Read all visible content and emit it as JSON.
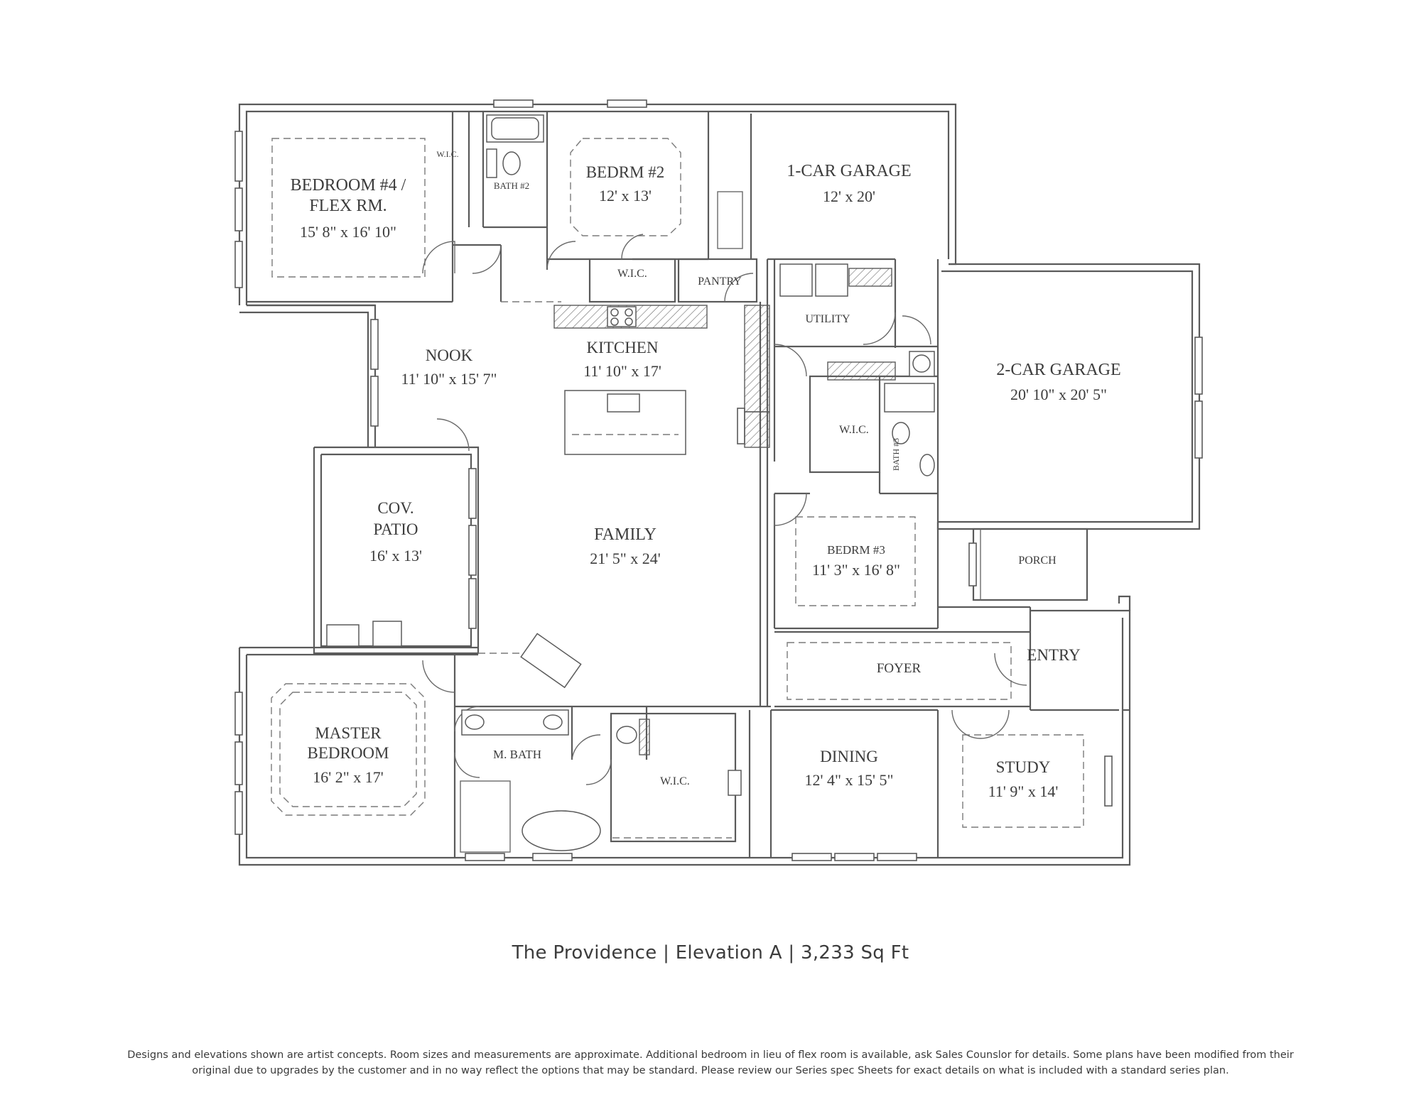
{
  "plan": {
    "rooms": {
      "bedroom4": {
        "name_line1": "BEDROOM #4 /",
        "name_line2": "FLEX RM.",
        "dims": "15' 8\" x 16' 10\""
      },
      "wic_small": {
        "name": "W.I.C."
      },
      "bath2": {
        "name": "BATH #2"
      },
      "bedrm2": {
        "name": "BEDRM #2",
        "dims": "12' x 13'"
      },
      "garage1": {
        "name": "1-CAR GARAGE",
        "dims": "12' x 20'"
      },
      "wic_bed2": {
        "name": "W.I.C."
      },
      "pantry": {
        "name": "PANTRY"
      },
      "utility": {
        "name": "UTILITY"
      },
      "garage2": {
        "name": "2-CAR GARAGE",
        "dims": "20' 10\" x 20' 5\""
      },
      "nook": {
        "name": "NOOK",
        "dims": "11' 10\" x 15' 7\""
      },
      "kitchen": {
        "name": "KITCHEN",
        "dims": "11' 10\" x 17'"
      },
      "wic_bed3": {
        "name": "W.I.C."
      },
      "bath3": {
        "name": "BATH #3"
      },
      "cov_patio": {
        "name_line1": "COV.",
        "name_line2": "PATIO",
        "dims": "16' x 13'"
      },
      "family": {
        "name": "FAMILY",
        "dims": "21' 5\" x 24'"
      },
      "bedrm3": {
        "name": "BEDRM #3",
        "dims": "11' 3\" x 16' 8\""
      },
      "porch": {
        "name": "PORCH"
      },
      "foyer": {
        "name": "FOYER"
      },
      "entry": {
        "name": "ENTRY"
      },
      "master": {
        "name_line1": "MASTER",
        "name_line2": "BEDROOM",
        "dims": "16' 2\" x 17'"
      },
      "mbath": {
        "name": "M. BATH"
      },
      "wic_master": {
        "name": "W.I.C."
      },
      "dining": {
        "name": "DINING",
        "dims": "12' 4\" x 15' 5\""
      },
      "study": {
        "name": "STUDY",
        "dims": "11' 9\" x 14'"
      }
    }
  },
  "caption": "The Providence | Elevation A | 3,233 Sq Ft",
  "disclaimer": {
    "line1": "Designs and elevations shown are artist concepts. Room sizes and measurements are approximate. Additional bedroom in lieu of flex room is available, ask Sales Counslor for details. Some plans have been modified from their",
    "line2": "original due to upgrades by the customer and in no way reflect the options that may be standard. Please review our Series spec Sheets for exact details on what is included with a standard series plan."
  },
  "colors": {
    "line": "#5a5a5a",
    "text": "#3c3c3c",
    "background": "#ffffff"
  }
}
